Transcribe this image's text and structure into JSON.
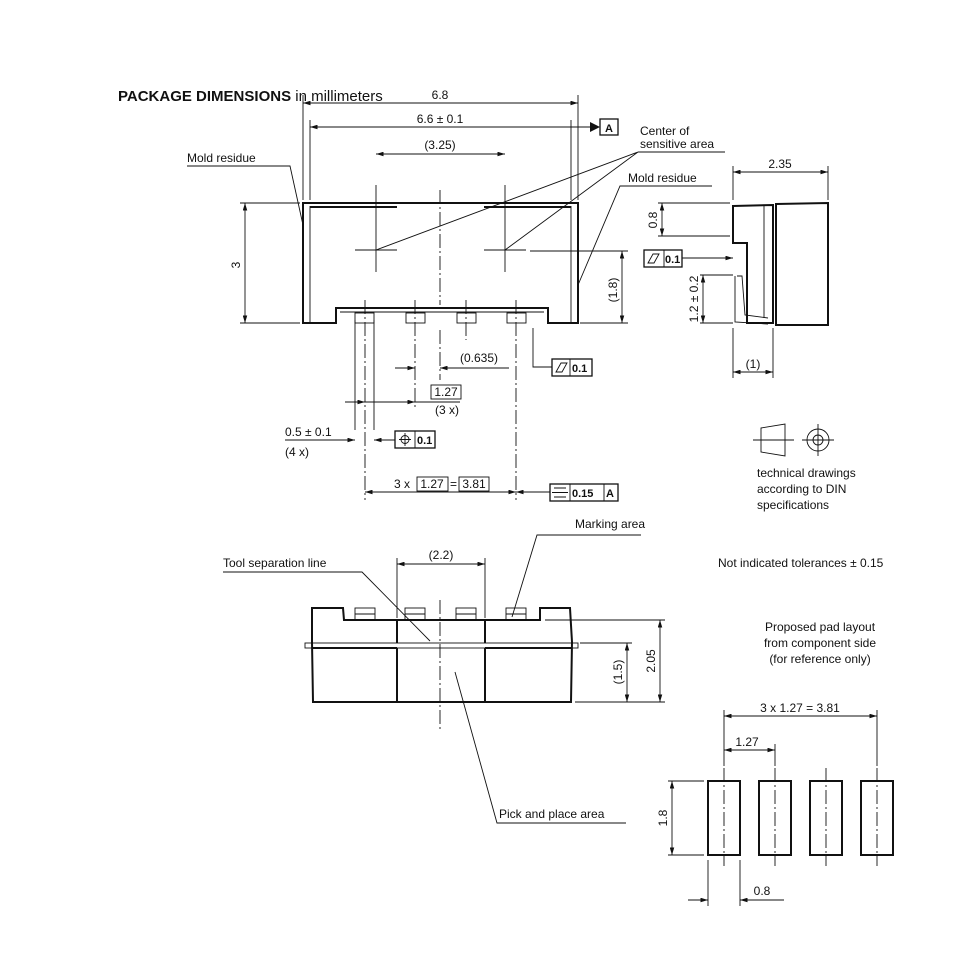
{
  "header": {
    "title": "PACKAGE DIMENSIONS",
    "subtitle": " in millimeters"
  },
  "top_view": {
    "dim_overall": "6.8",
    "dim_body": "6.6 ± 0.1",
    "datum": "A",
    "center_label_1": "Center of",
    "center_label_2": "sensitive area",
    "dim_sensitive": "(3.25)",
    "mold_residue_left": "Mold residue",
    "mold_residue_right": "Mold residue",
    "dim_height": "3",
    "dim_center_height": "(1.8)",
    "dim_offset": "(0.635)",
    "flatness_value": "0.1",
    "pitch_value": "1.27",
    "pitch_count": "(3 x)",
    "pin_width": "0.5 ± 0.1",
    "pin_count": "(4 x)",
    "position_value": "0.1",
    "span_prefix": "3 x",
    "span_pitch": "1.27",
    "span_eq": "=",
    "span_total": "3.81",
    "symmetry_value": "0.15",
    "symmetry_datum": "A"
  },
  "side_view": {
    "dim_depth": "2.35",
    "dim_top": "0.8",
    "flatness_value": "0.1",
    "dim_lead": "1.2 ± 0.2",
    "dim_lead_depth": "(1)"
  },
  "din_note": [
    "technical drawings",
    "according to DIN",
    "specifications"
  ],
  "tolerance_note": "Not indicated tolerances ± 0.15",
  "bottom_view": {
    "tool_separation": "Tool separation line",
    "marking_area": "Marking area",
    "dim_width": "(2.2)",
    "dim_mid": "(1.5)",
    "dim_total": "2.05",
    "pick_place": "Pick and place area"
  },
  "pad_layout": {
    "caption": [
      "Proposed pad layout",
      "from component side",
      "(for reference only)"
    ],
    "dim_span": "3 x 1.27 = 3.81",
    "dim_pitch": "1.27",
    "dim_length": "1.8",
    "dim_width": "0.8"
  }
}
